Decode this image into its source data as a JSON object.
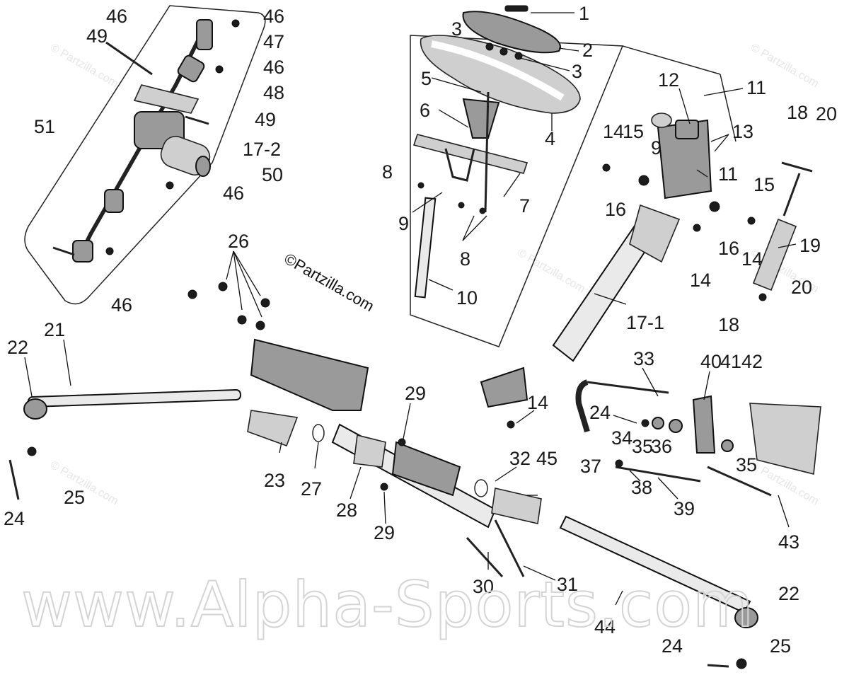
{
  "watermark": {
    "main": "www.Alpha-Sports.com",
    "credit": "©Partzilla.com",
    "small": "© Partzilla.com"
  },
  "labels": {
    "l1": "1",
    "l2": "2",
    "l3a": "3",
    "l3b": "3",
    "l4": "4",
    "l5": "5",
    "l6": "6",
    "l7": "7",
    "l8a": "8",
    "l8b": "8",
    "l9a": "9",
    "l9b": "9",
    "l10": "10",
    "l11a": "11",
    "l11b": "11",
    "l12": "12",
    "l13": "13",
    "l14a": "14",
    "l14b": "14",
    "l14c": "14",
    "l14d": "14",
    "l15a": "15",
    "l15b": "15",
    "l16a": "16",
    "l16b": "16",
    "l17_1": "17-1",
    "l17_2": "17-2",
    "l18a": "18",
    "l18b": "18",
    "l19": "19",
    "l20a": "20",
    "l20b": "20",
    "l21": "21",
    "l22a": "22",
    "l22b": "22",
    "l23": "23",
    "l24a": "24",
    "l24b": "24",
    "l24c": "24",
    "l25a": "25",
    "l25b": "25",
    "l26": "26",
    "l27": "27",
    "l28": "28",
    "l29a": "29",
    "l29b": "29",
    "l30": "30",
    "l31": "31",
    "l32": "32",
    "l33": "33",
    "l34": "34",
    "l35a": "35",
    "l35b": "35",
    "l36": "36",
    "l37": "37",
    "l38": "38",
    "l39": "39",
    "l40": "40",
    "l41": "41",
    "l42": "42",
    "l43": "43",
    "l44": "44",
    "l45": "45",
    "l46a": "46",
    "l46b": "46",
    "l46c": "46",
    "l46d": "46",
    "l46e": "46",
    "l47": "47",
    "l48": "48",
    "l49a": "49",
    "l49b": "49",
    "l50": "50",
    "l51": "51"
  },
  "colors": {
    "ink": "#1a1a1a",
    "part_fill": "#9a9a9a",
    "watermark": "#d4d4d4"
  }
}
